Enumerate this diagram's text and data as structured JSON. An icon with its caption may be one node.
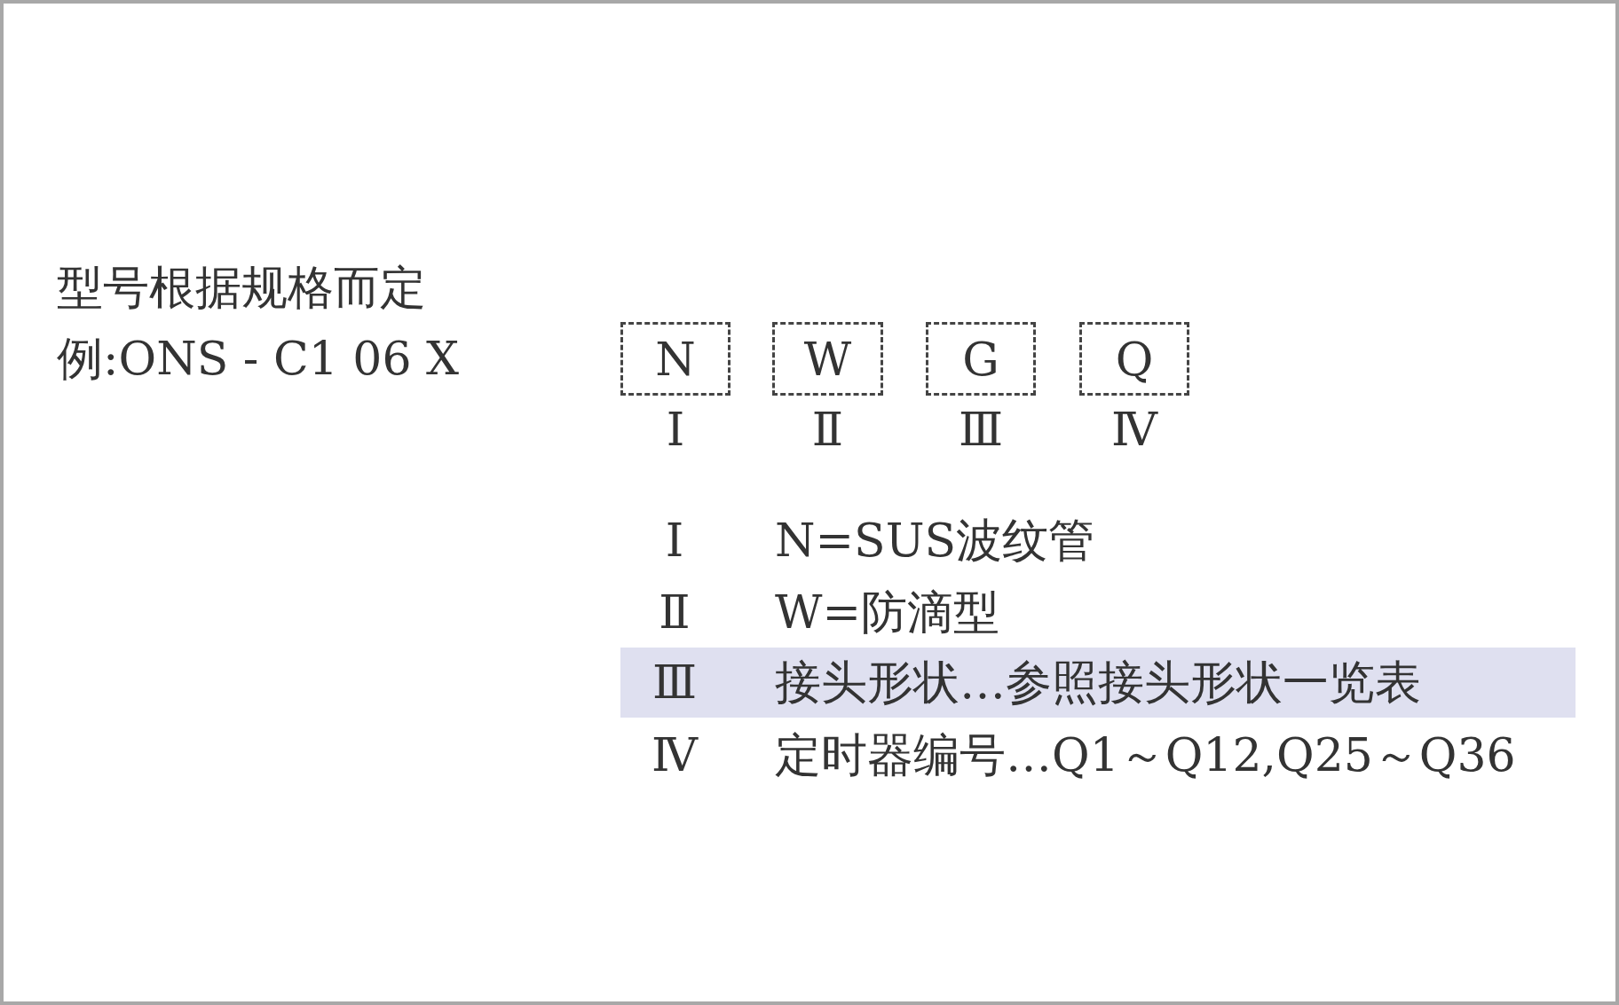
{
  "diagram": {
    "nodes": [
      {
        "text": [
          "N"
        ],
        "beside": [
          "Ⅰ"
        ]
      },
      {
        "text": [
          "W"
        ],
        "beside": [
          "Ⅱ"
        ]
      },
      {
        "text": [
          "G"
        ],
        "beside": [
          "Ⅲ"
        ]
      },
      {
        "text": [
          "Q"
        ],
        "beside": [
          "Ⅳ"
        ]
      },
      {
        "text": [
          "Ⅲ",
          "接头形状…参照接头形状一览表"
        ]
      }
    ],
    "edges": [],
    "labels": [
      "型号根据规格而定",
      "例:ONS - C1 06 X",
      "Ⅰ",
      "N=SUS波纹管",
      "Ⅱ",
      "W=防滴型",
      "Ⅳ",
      "定时器编号…Q1～Q12,Q25～Q36"
    ]
  }
}
